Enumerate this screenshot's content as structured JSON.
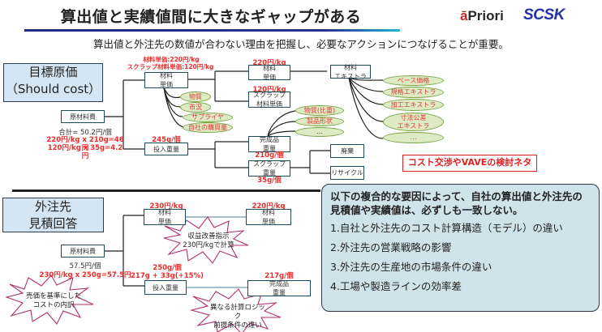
{
  "header": {
    "title": "算出値と実績値間に大きなギャップがある",
    "logo_apriori_accent": "ā",
    "logo_apriori_rest": "Priori",
    "logo_scsk": "SCSK",
    "subtitle": "算出値と外注先の数値が合わない理由を把握し、必要なアクションにつなげることが重要。"
  },
  "should_cost": {
    "section_label_line1": "目標原価",
    "section_label_line2": "（Should cost）",
    "root_box": "原材料費",
    "total": "合計= 50.2円/個",
    "calc1": "220円/kg x 210g=46円",
    "calc2": "120円/kg x 35g=4.2円",
    "unit_price_note1": "材料単価:220円/kg",
    "unit_price_note2": "スクラップ材料単価:120円/kg",
    "unit_price_box": [
      "材料",
      "単価"
    ],
    "unit_price_factors": [
      "物質",
      "市況",
      "サプライヤ",
      "自社の購買量"
    ],
    "material_price_label": "220円/kg",
    "material_price_box": [
      "材料",
      "単価"
    ],
    "scrap_price_label": "120円/kg",
    "scrap_price_box": [
      "スクラップ",
      "材料単価"
    ],
    "material_extra_box": [
      "材料",
      "エキストラ"
    ],
    "material_extras": [
      "ベース価格",
      "規格エキストラ",
      "加工エキストラ",
      "寸法公差\nエキストラ",
      "…"
    ],
    "input_weight_label": "245g/個",
    "input_weight_box": "投入重量",
    "finished_weight_box": [
      "完成品",
      "重量"
    ],
    "finished_weight_label": "210g/個",
    "finished_factors": [
      "物質(比重)",
      "製品形状",
      "…"
    ],
    "scrap_weight_box": [
      "スクラップ",
      "重量"
    ],
    "scrap_weight_label": "35g/個",
    "scrap_disposal": "廃棄",
    "scrap_recycle": "リサイクル",
    "tag": "コスト交渉やVAVEの検討ネタ"
  },
  "supplier_quote": {
    "section_label_line1": "外注先",
    "section_label_line2": "見積回答",
    "root_box": "原材料費",
    "total": "57.5円/個",
    "calc": "230円/kg x 250g=57.5円",
    "burst_left": [
      "売価を基準にした",
      "コストの内訳"
    ],
    "unit_price_label": "230円/kg",
    "unit_price_box": [
      "材料",
      "単価"
    ],
    "ref_price_label": "220円/kg",
    "ref_price_box": [
      "材料",
      "単価"
    ],
    "burst_mid": [
      "収益改善指示",
      "230円/kgで計算"
    ],
    "input_weight_label1": "250g/個",
    "input_weight_label2": "217g + 33g(+15%)",
    "input_weight_box": "投入重量",
    "finished_weight_label": "217g/個",
    "finished_weight_box": [
      "完成品",
      "重量"
    ],
    "burst_bottom": [
      "異なる計算ロジック",
      "前提条件の違い"
    ]
  },
  "explanation": {
    "lead": "以下の複合的な要因によって、自社の算出値と外注先の見積値や実績値は、必ずしも一致しない。",
    "items": [
      "1.自社と外注先のコスト計算構造（モデル）の違い",
      "2.外注先の営業戦略の影響",
      "3.外注先の生産地の市場条件の違い",
      "4.工場や製造ラインの効率差"
    ]
  }
}
